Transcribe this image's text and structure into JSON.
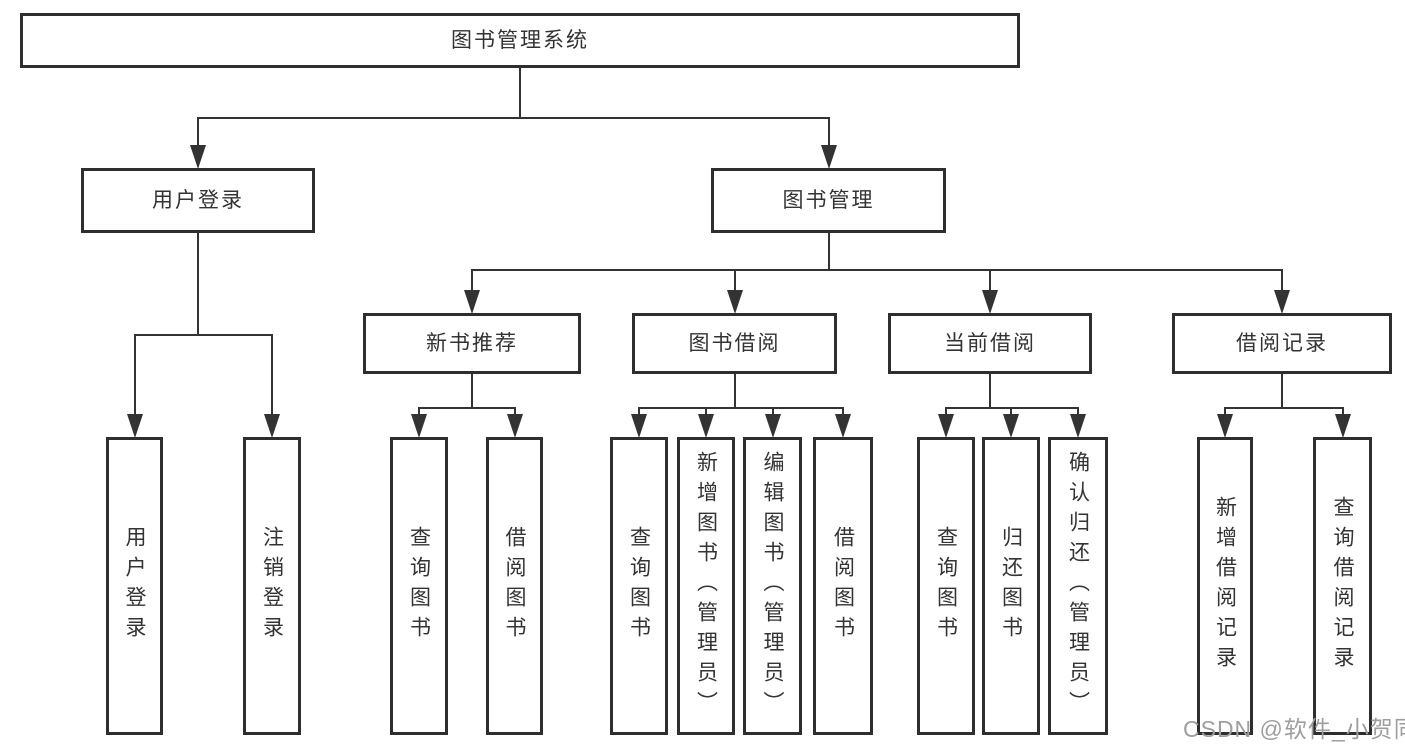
{
  "diagram": {
    "title": "图书管理系统",
    "watermark": "CSDN @软件_小贺同学",
    "colors": {
      "line": "#333333",
      "box_border": "#2e2e2e",
      "box_background": "#ffffff",
      "text": "#333333",
      "watermark": "#9e9e9e",
      "page_background": "#ffffff"
    },
    "nodes": [
      {
        "id": "root",
        "label": "图书管理系统",
        "parent": null,
        "vertical": false
      },
      {
        "id": "user-login",
        "label": "用户登录",
        "parent": "root",
        "vertical": false
      },
      {
        "id": "book-management",
        "label": "图书管理",
        "parent": "root",
        "vertical": false
      },
      {
        "id": "new-book-recommend",
        "label": "新书推荐",
        "parent": "book-management",
        "vertical": false
      },
      {
        "id": "book-borrowing",
        "label": "图书借阅",
        "parent": "book-management",
        "vertical": false
      },
      {
        "id": "current-borrowing",
        "label": "当前借阅",
        "parent": "book-management",
        "vertical": false
      },
      {
        "id": "borrowing-records",
        "label": "借阅记录",
        "parent": "book-management",
        "vertical": false
      },
      {
        "id": "leaf-user-login",
        "label": "用户登录",
        "parent": "user-login",
        "vertical": true
      },
      {
        "id": "leaf-logout",
        "label": "注销登录",
        "parent": "user-login",
        "vertical": true
      },
      {
        "id": "leaf-query-books-1",
        "label": "查询图书",
        "parent": "new-book-recommend",
        "vertical": true
      },
      {
        "id": "leaf-borrow-books-1",
        "label": "借阅图书",
        "parent": "new-book-recommend",
        "vertical": true
      },
      {
        "id": "leaf-query-books-2",
        "label": "查询图书",
        "parent": "book-borrowing",
        "vertical": true
      },
      {
        "id": "leaf-add-books",
        "label": "新增图书（管理员）",
        "parent": "book-borrowing",
        "vertical": true
      },
      {
        "id": "leaf-edit-books",
        "label": "编辑图书（管理员）",
        "parent": "book-borrowing",
        "vertical": true
      },
      {
        "id": "leaf-borrow-books-2",
        "label": "借阅图书",
        "parent": "book-borrowing",
        "vertical": true
      },
      {
        "id": "leaf-query-books-3",
        "label": "查询图书",
        "parent": "current-borrowing",
        "vertical": true
      },
      {
        "id": "leaf-return-books",
        "label": "归还图书",
        "parent": "current-borrowing",
        "vertical": true
      },
      {
        "id": "leaf-confirm-return",
        "label": "确认归还（管理员）",
        "parent": "current-borrowing",
        "vertical": true
      },
      {
        "id": "leaf-add-borrow-record",
        "label": "新增借阅记录",
        "parent": "borrowing-records",
        "vertical": true
      },
      {
        "id": "leaf-query-borrow-record",
        "label": "查询借阅记录",
        "parent": "borrowing-records",
        "vertical": true
      }
    ]
  }
}
